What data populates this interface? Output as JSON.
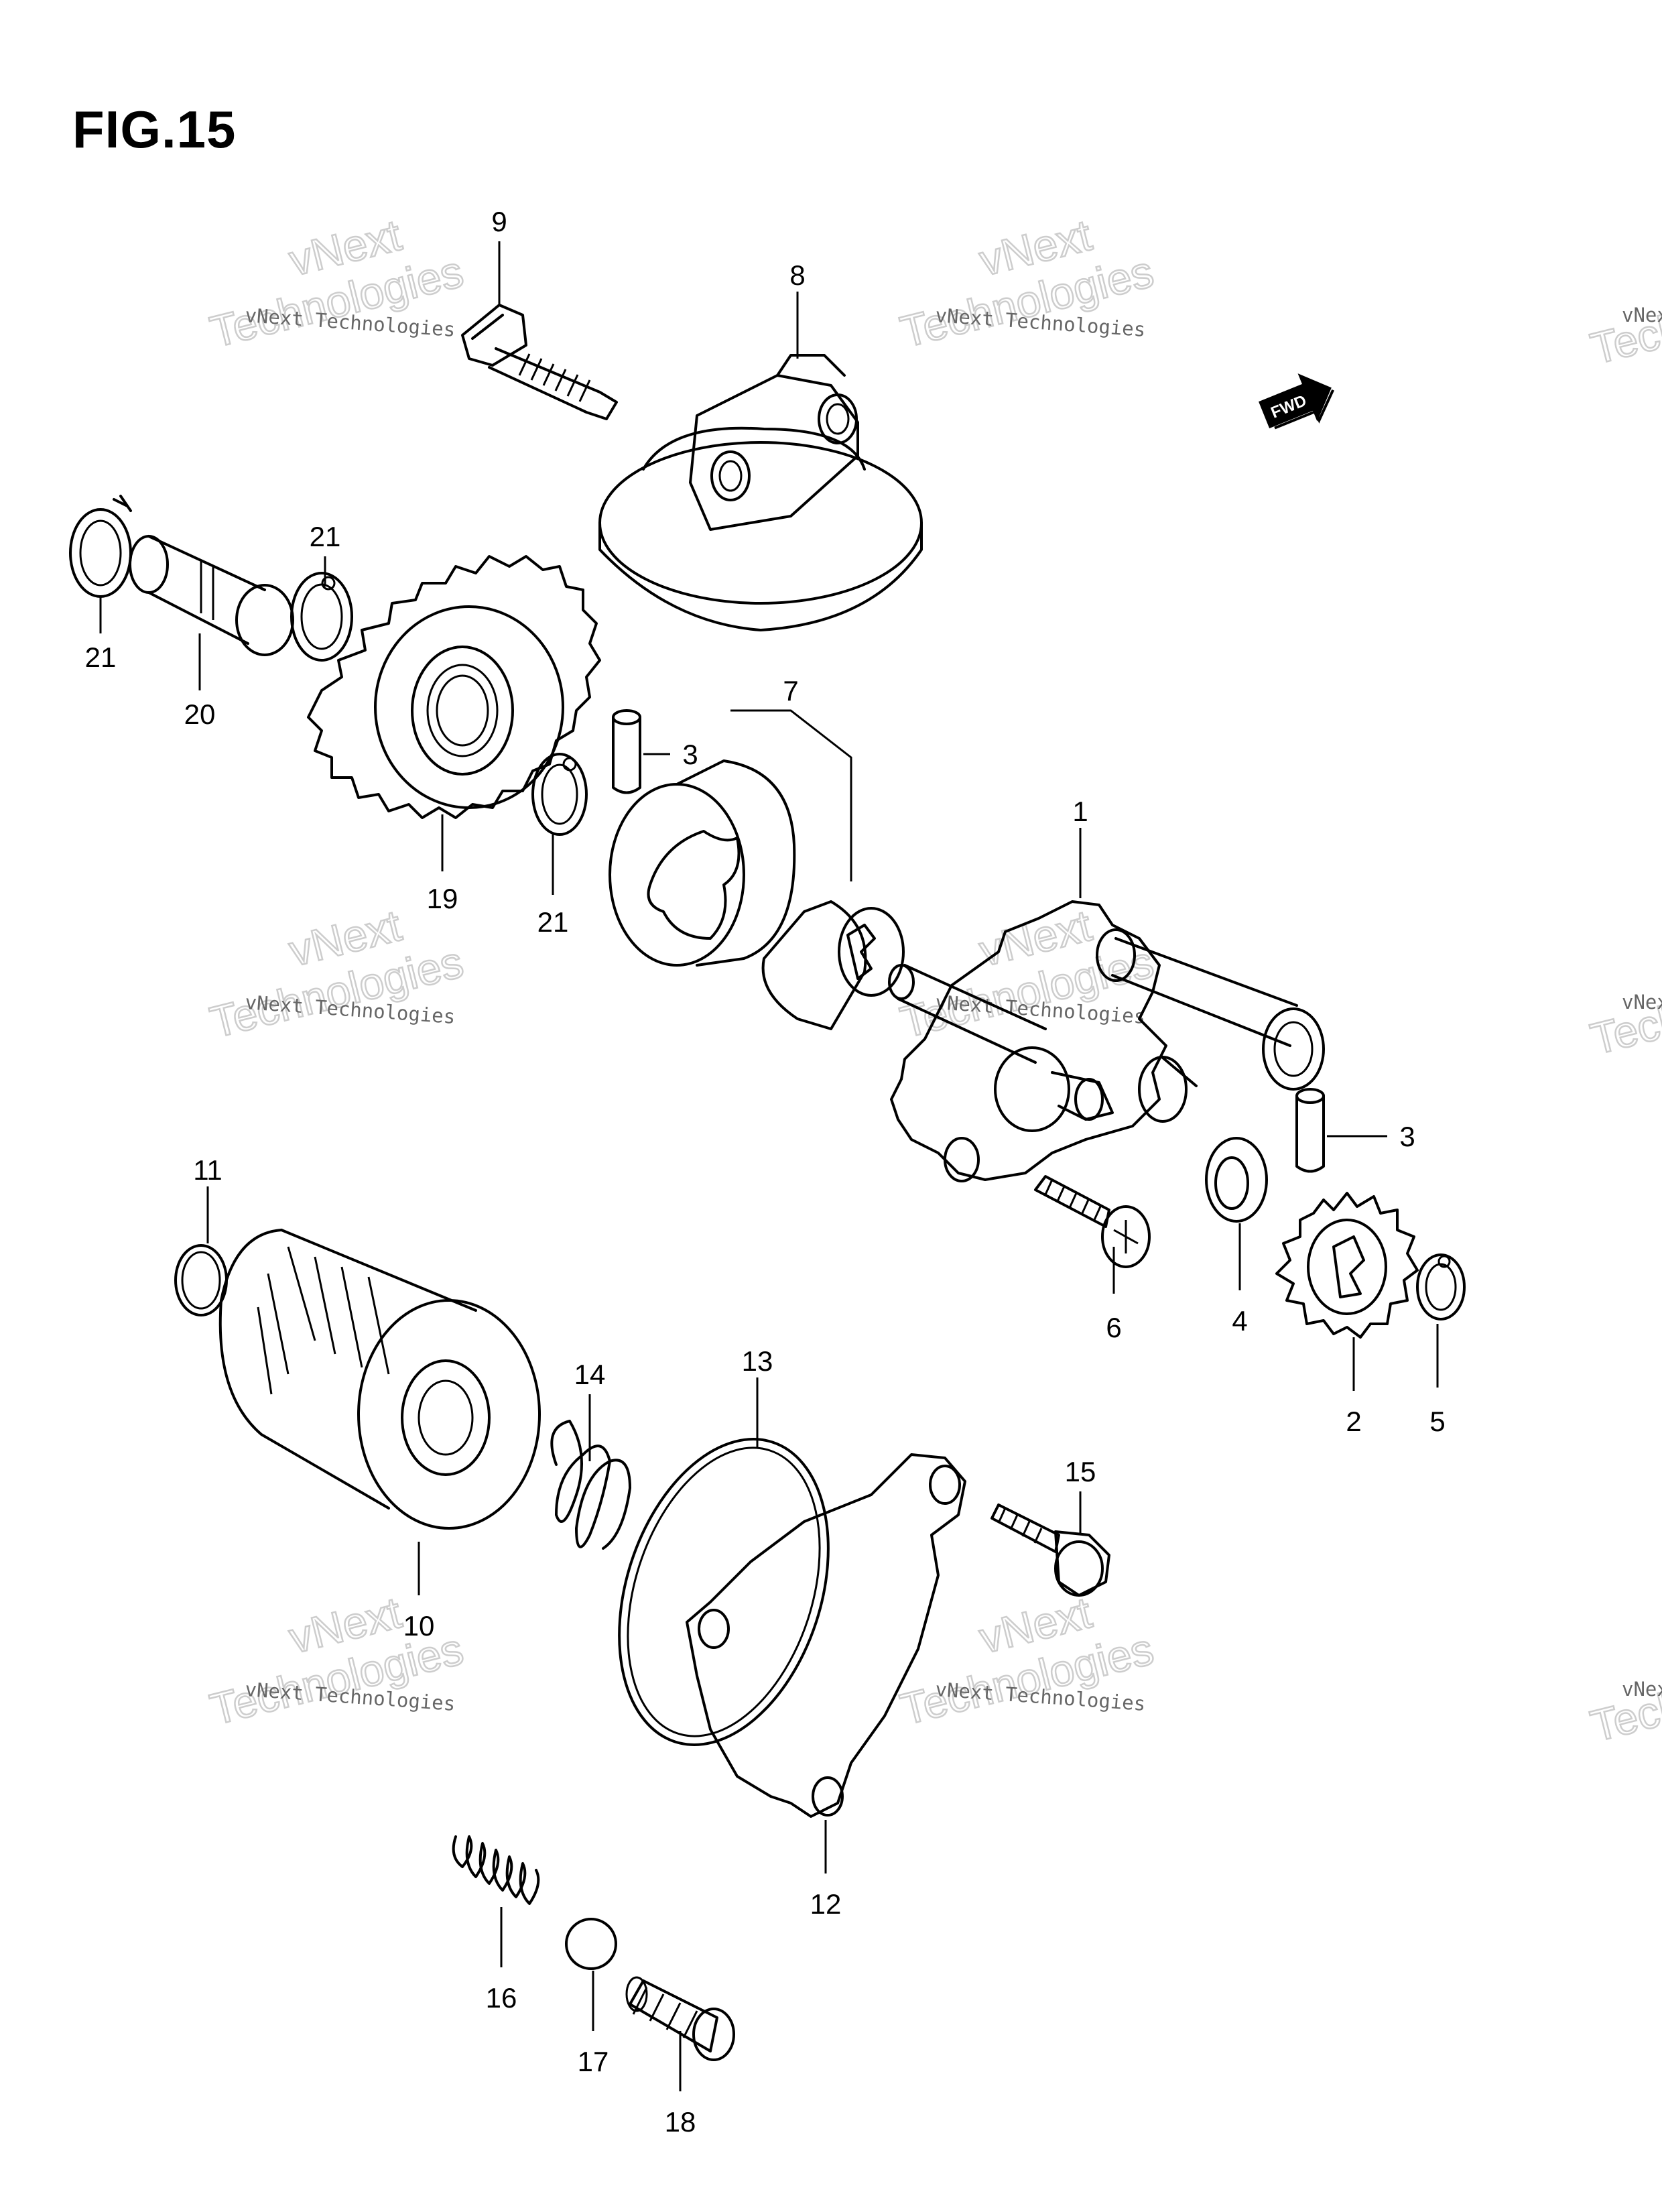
{
  "figure": {
    "title": "FIG.15"
  },
  "direction_indicator": {
    "label": "FWD",
    "icon": "forward-arrow-icon"
  },
  "watermark": {
    "line1": "vNext Technologies",
    "line2_top": "vNext",
    "line2_bottom": "Technologies"
  },
  "callouts": [
    {
      "id": "c-9",
      "label": "9"
    },
    {
      "id": "c-8",
      "label": "8"
    },
    {
      "id": "c-21a",
      "label": "21"
    },
    {
      "id": "c-21b",
      "label": "21"
    },
    {
      "id": "c-21c",
      "label": "21"
    },
    {
      "id": "c-20",
      "label": "20"
    },
    {
      "id": "c-19",
      "label": "19"
    },
    {
      "id": "c-7",
      "label": "7"
    },
    {
      "id": "c-3a",
      "label": "3"
    },
    {
      "id": "c-1",
      "label": "1"
    },
    {
      "id": "c-3b",
      "label": "3"
    },
    {
      "id": "c-4",
      "label": "4"
    },
    {
      "id": "c-6",
      "label": "6"
    },
    {
      "id": "c-2",
      "label": "2"
    },
    {
      "id": "c-5",
      "label": "5"
    },
    {
      "id": "c-11",
      "label": "11"
    },
    {
      "id": "c-14",
      "label": "14"
    },
    {
      "id": "c-13",
      "label": "13"
    },
    {
      "id": "c-10",
      "label": "10"
    },
    {
      "id": "c-15",
      "label": "15"
    },
    {
      "id": "c-12",
      "label": "12"
    },
    {
      "id": "c-16",
      "label": "16"
    },
    {
      "id": "c-17",
      "label": "17"
    },
    {
      "id": "c-18",
      "label": "18"
    }
  ]
}
